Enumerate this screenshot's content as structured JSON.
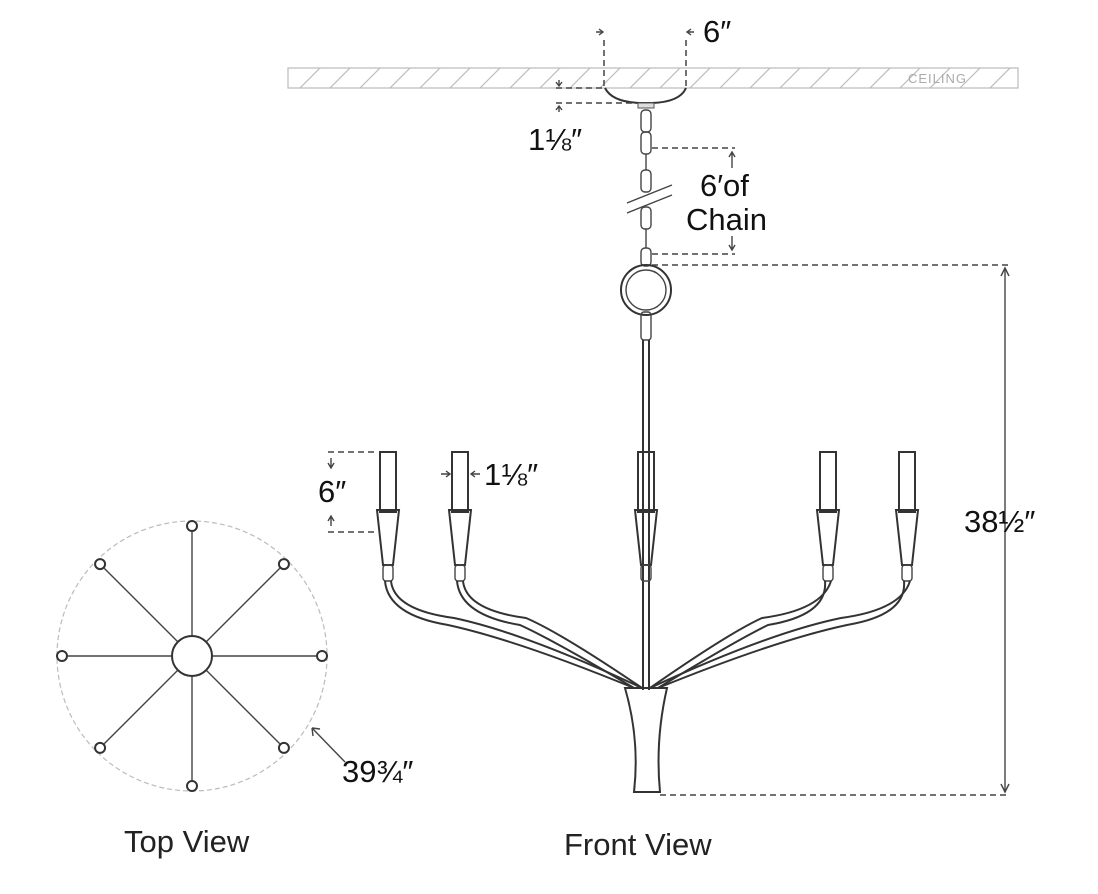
{
  "ceiling_label": "CEILING",
  "dimensions": {
    "canopy_width": "6″",
    "canopy_height": "1⅛″",
    "chain_length_line1": "6′of",
    "chain_length_line2": "Chain",
    "overall_height": "38½″",
    "candle_height": "6″",
    "candle_width": "1⅛″",
    "diameter": "39¾″"
  },
  "views": {
    "top": "Top View",
    "front": "Front View"
  }
}
